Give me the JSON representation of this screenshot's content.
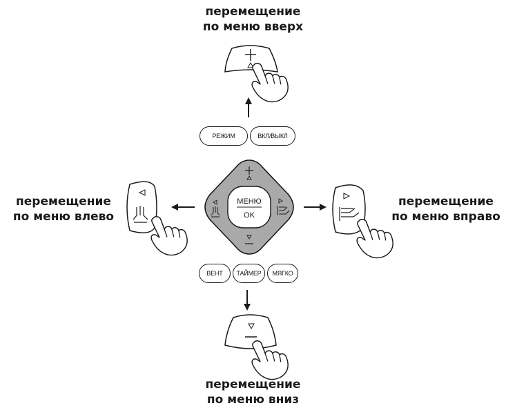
{
  "captions": {
    "up": [
      "перемещение",
      "по меню вверх"
    ],
    "down": [
      "перемещение",
      "по меню вниз"
    ],
    "left": [
      "перемещение",
      "по меню влево"
    ],
    "right": [
      "перемещение",
      "по меню вправо"
    ]
  },
  "buttons": {
    "mode": "РЕЖИМ",
    "power": "ВКЛ/ВЫКЛ",
    "fan": "ВЕНТ",
    "timer": "ТАЙМЕР",
    "soft": "МЯГКО"
  },
  "dpad": {
    "menu": "МЕНЮ",
    "ok": "OK"
  },
  "colors": {
    "dpad_fill": "#a9a9a9",
    "ink": "#1a1a1a"
  },
  "icons": [
    "plus-icon",
    "minus-icon",
    "triangle-up-icon",
    "triangle-down-icon",
    "triangle-left-icon",
    "triangle-right-icon",
    "swing-vertical-icon",
    "swing-horizontal-icon",
    "pointing-hand-icon",
    "arrow-icon"
  ]
}
